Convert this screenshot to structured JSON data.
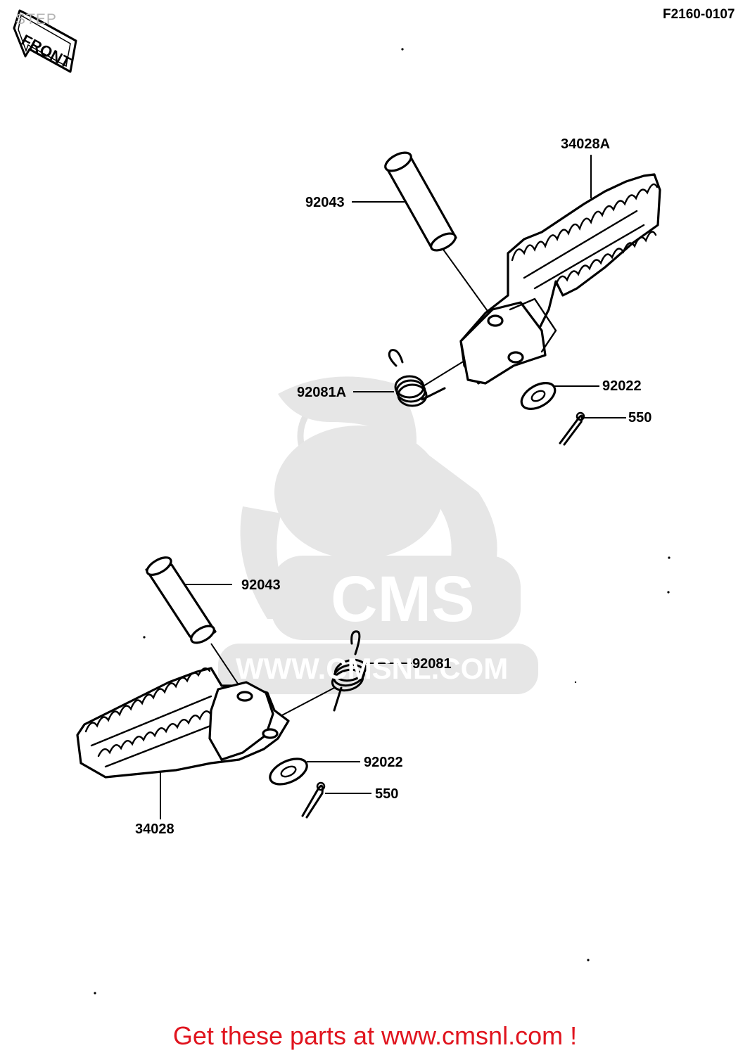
{
  "header": {
    "title": "STEP",
    "ref_code": "F2160-0107",
    "front_arrow_label": "FRONT"
  },
  "watermark": {
    "logo_text": "CMS",
    "url_text": "WWW.CMSNL.COM"
  },
  "upper_assembly": {
    "labels": {
      "footrest": "34028A",
      "pin": "92043",
      "spring": "92081A",
      "washer": "92022",
      "cotter_pin": "550"
    }
  },
  "lower_assembly": {
    "labels": {
      "footrest": "34028",
      "pin": "92043",
      "spring": "92081",
      "washer": "92022",
      "cotter_pin": "550"
    }
  },
  "footer": {
    "link_text": "Get these parts at www.cmsnl.com !",
    "link_color": "#e0141e"
  },
  "icons": {
    "front_arrow": "front-arrow-icon",
    "watermark_logo": "cms-mascot-logo"
  }
}
